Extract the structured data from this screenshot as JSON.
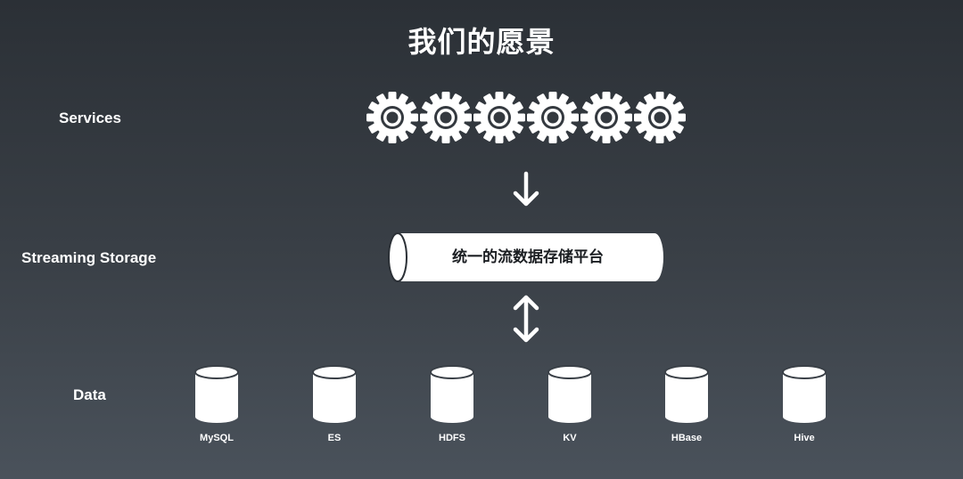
{
  "title": "我们的愿景",
  "layers": {
    "services": {
      "label": "Services",
      "gear_count": 6
    },
    "streaming": {
      "label": "Streaming Storage",
      "pipe_text": "统一的流数据存储平台"
    },
    "data": {
      "label": "Data",
      "stores": [
        "MySQL",
        "ES",
        "HDFS",
        "KV",
        "HBase",
        "Hive"
      ]
    }
  },
  "icons": {
    "service": "gear-icon",
    "storage": "cylinder-pipe",
    "data_store": "database-icon",
    "arrow_down": "arrow-down-icon",
    "arrow_both": "arrow-up-down-icon"
  },
  "colors": {
    "background_top": "#2b3036",
    "background_bottom": "#4a525b",
    "foreground": "#ffffff",
    "pipe_text": "#1b1e22"
  }
}
